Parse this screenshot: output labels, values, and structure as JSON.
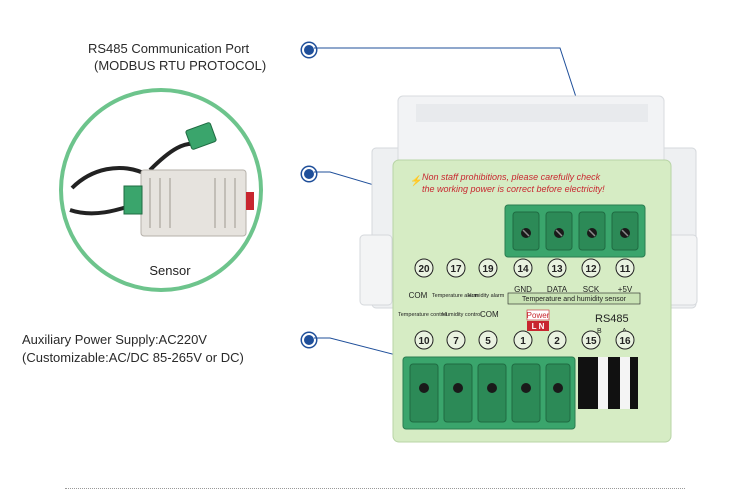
{
  "callouts": {
    "rs485": {
      "line1": "RS485 Communication Port",
      "line2": "(MODBUS RTU PROTOCOL)"
    },
    "aux_power": {
      "line1": "Auxiliary Power Supply:AC220V",
      "line2": "(Customizable:AC/DC 85-265V or DC)"
    }
  },
  "sensor_inset": {
    "label": "Sensor"
  },
  "device": {
    "warning_line1": "Non staff prohibitions, please carefully check",
    "warning_line2": "the working power is correct before electricity!",
    "top_terminals": [
      "20",
      "17",
      "19",
      "14",
      "13",
      "12",
      "11"
    ],
    "top_terminal_labels": [
      "GND",
      "DATA",
      "SCK",
      "+5V"
    ],
    "com_label_top": "COM",
    "temp_alarm_label": "Temperature alarm",
    "humidity_alarm_label": "Humidity alarm",
    "sensor_bar_label": "Temperature and humidity sensor",
    "mid_labels": {
      "temp_control": "Temperature control",
      "humidity_control": "Humidity control",
      "com": "COM"
    },
    "power_label": "Power",
    "power_pins": "L  N",
    "rs485_label": "RS485",
    "rs485_pins": [
      "B",
      "A"
    ],
    "bottom_terminals": [
      "10",
      "7",
      "5",
      "1",
      "2",
      "15",
      "16"
    ]
  },
  "colors": {
    "accent_green": "#6dc48c",
    "callout_blue": "#1f4f9a",
    "device_panel": "#d6ecc4",
    "terminal_green": "#3aa56c",
    "warning_red": "#c8262f"
  }
}
